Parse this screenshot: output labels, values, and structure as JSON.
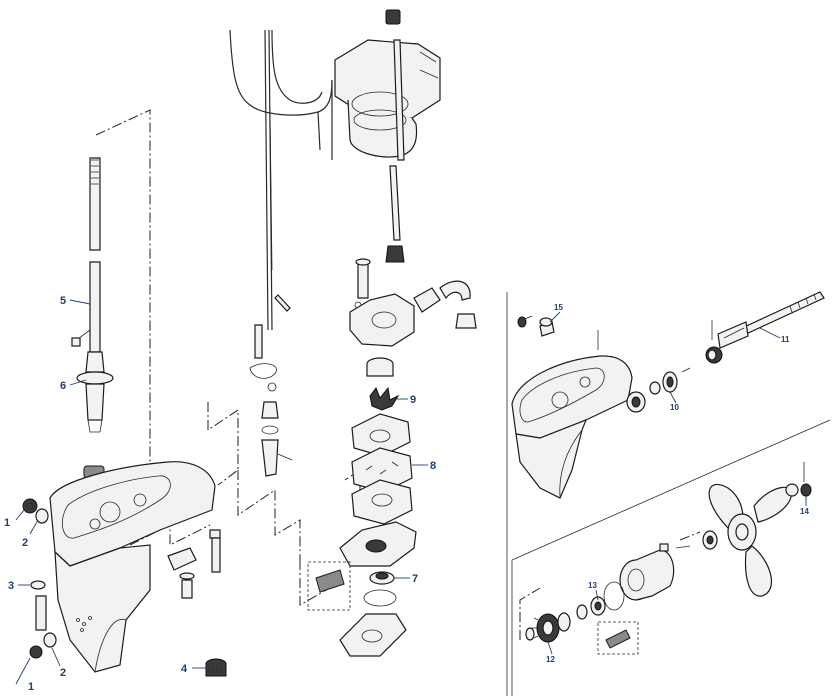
{
  "labels": {
    "l1a": "1",
    "l2a": "2",
    "l3": "3",
    "l1b": "1",
    "l2b": "2",
    "l4": "4",
    "l5": "5",
    "l6": "6",
    "l7": "7",
    "l8": "8",
    "l9": "9",
    "l10": "10",
    "l11": "11",
    "l12": "12",
    "l13": "13",
    "l14": "14",
    "l15": "15"
  }
}
